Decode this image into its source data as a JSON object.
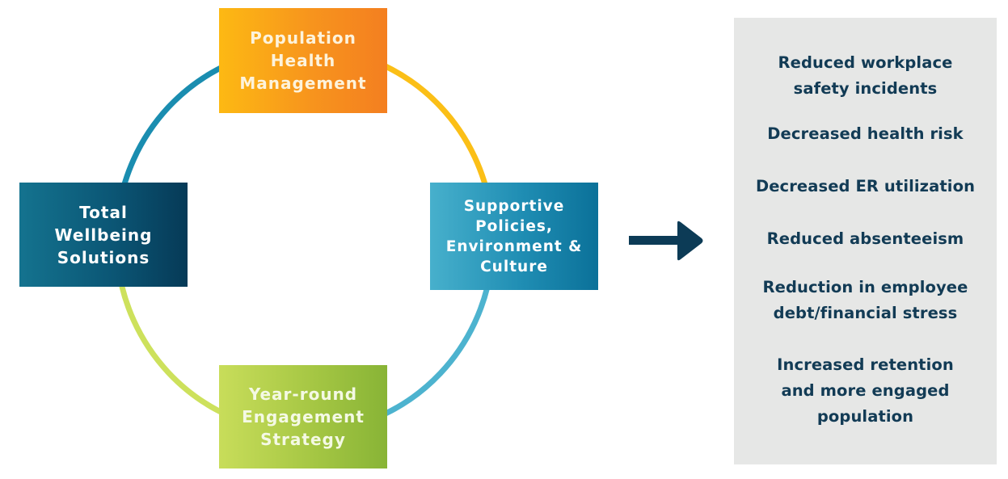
{
  "diagram": {
    "type": "cycle-to-outcomes",
    "cycle_nodes": [
      {
        "id": "top",
        "label": "Population\nHealth\nManagement",
        "gradient": [
          "#fdb913",
          "#f47f20"
        ]
      },
      {
        "id": "right",
        "label": "Supportive\nPolicies,\nEnvironment &\nCulture",
        "gradient": [
          "#47b0cc",
          "#0b7199"
        ]
      },
      {
        "id": "bottom",
        "label": "Year-round\nEngagement\nStrategy",
        "gradient": [
          "#c8dd5a",
          "#88b436"
        ]
      },
      {
        "id": "left",
        "label": "Total\nWellbeing\nSolutions",
        "gradient": [
          "#14738f",
          "#063a57"
        ]
      }
    ],
    "cycle_arcs": [
      {
        "from": "left",
        "to": "top",
        "color": "#1a8db0"
      },
      {
        "from": "top",
        "to": "right",
        "color": "#fbbf17"
      },
      {
        "from": "right",
        "to": "bottom",
        "color": "#4db3cf"
      },
      {
        "from": "bottom",
        "to": "left",
        "color": "#cde15c"
      }
    ],
    "arrow": {
      "icon": "right-arrow-icon",
      "color": "#0c3b56"
    },
    "outcomes": {
      "panel_color": "#e6e7e6",
      "text_color": "#123b55",
      "items": [
        "Reduced workplace\nsafety incidents",
        "Decreased health risk",
        "Decreased ER utilization",
        "Reduced absenteeism",
        "Reduction in employee\ndebt/financial stress",
        "Increased retention\nand more engaged\npopulation"
      ]
    }
  }
}
